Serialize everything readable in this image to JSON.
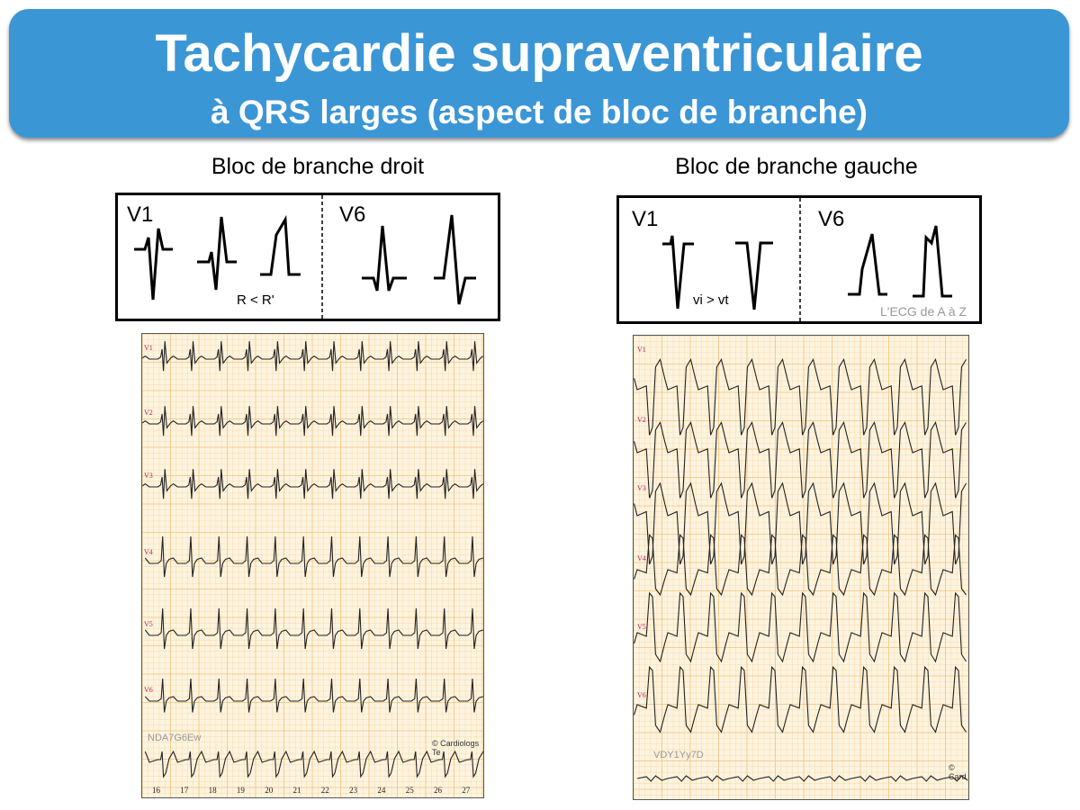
{
  "title": {
    "line1": "Tachycardie supraventriculaire",
    "line2": "à QRS larges (aspect de bloc de branche)"
  },
  "left": {
    "heading": "Bloc de branche droit",
    "v1": "V1",
    "v6": "V6",
    "note": "R < R'",
    "ecg": {
      "leads": [
        "V1",
        "V2",
        "V3",
        "V4",
        "V5",
        "V6"
      ],
      "id": "NDA7G6Ew",
      "credit": "© Cardiologs Te",
      "ticks": [
        "16",
        "17",
        "18",
        "19",
        "20",
        "21",
        "22",
        "23",
        "24",
        "25",
        "26",
        "27"
      ]
    }
  },
  "right": {
    "heading": "Bloc de branche gauche",
    "v1": "V1",
    "v6": "V6",
    "note": "vi  > vt",
    "watermark": "L'ECG de A à Z",
    "ecg": {
      "leads": [
        "V1",
        "V2",
        "V3",
        "V4",
        "V5",
        "V6"
      ],
      "id": "VDY1Yy7D",
      "credit": "© Card"
    }
  },
  "colors": {
    "banner": "#3B96D6",
    "lead_label": "#C0205A",
    "grid": "#F2C27A"
  }
}
